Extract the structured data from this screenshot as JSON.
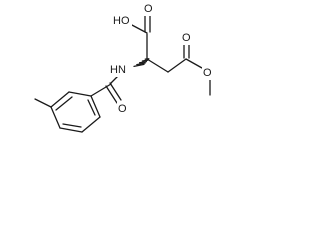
{
  "molecule": {
    "atom_labels": {
      "hydroxyl": "HO",
      "acid_carbonyl_oxygen": "O",
      "ester_carbonyl_oxygen": "O",
      "ester_oxygen": "O",
      "amide_nitrogen": "HN",
      "amide_carbonyl_oxygen": "O"
    }
  }
}
